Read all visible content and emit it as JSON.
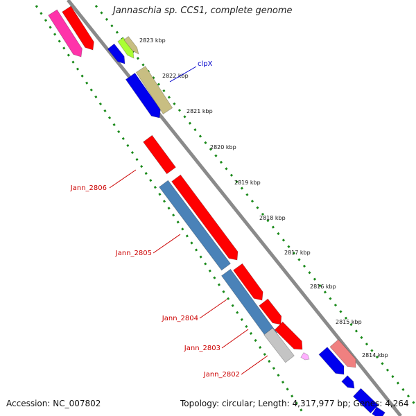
{
  "title": "Jannaschia sp. CCS1, complete genome",
  "footer": {
    "accession": "Accession: NC_007802",
    "summary": "Topology: circular; Length: 4,317,977 bp; Genes: 4,264"
  },
  "colors": {
    "backbone": "#8a8a8a",
    "tick_dots": "#1a8a1a",
    "red": "#ff0000",
    "blue": "#0000ee",
    "pink": "#ff33aa",
    "olive": "#c8be82",
    "lime": "#aaff33",
    "steelblue": "#4a82b8",
    "gray": "#c4c4c4",
    "salmon": "#f08080",
    "lightpink": "#ffb0ff",
    "gene_label_red": "#cc0000",
    "gene_label_blue": "#0000cc"
  },
  "scale_labels": [
    "2823 kbp",
    "2822 kbp",
    "2821 kbp",
    "2820 kbp",
    "2819 kbp",
    "2818 kbp",
    "2817 kbp",
    "2816 kbp",
    "2815 kbp",
    "2814 kbp"
  ],
  "gene_labels": [
    {
      "text": "clpX",
      "color": "blue"
    },
    {
      "text": "Jann_2806",
      "color": "red"
    },
    {
      "text": "Jann_2805",
      "color": "red"
    },
    {
      "text": "Jann_2804",
      "color": "red"
    },
    {
      "text": "Jann_2803",
      "color": "red"
    },
    {
      "text": "Jann_2802",
      "color": "red"
    }
  ]
}
